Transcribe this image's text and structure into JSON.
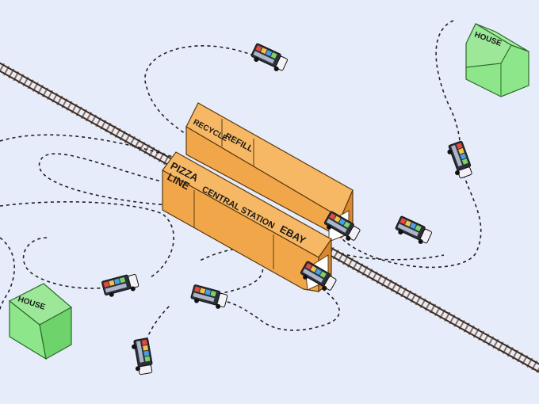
{
  "houses": [
    {
      "label": "HOUSE"
    },
    {
      "label": "HOUSE"
    }
  ],
  "buildings": {
    "back_labels": [
      "RECYCLE",
      "REFILL"
    ],
    "front_labels": [
      "PIZZA",
      "LINE",
      "CENTRAL STATION",
      "EBAY"
    ]
  },
  "colors": {
    "background": "#e6ecfa",
    "building": "#f2a64a",
    "building_shade": "#d98830",
    "house": "#8ee68a",
    "house_shade": "#6fd36c",
    "path": "#222222",
    "rail": "#6a5040"
  },
  "vehicles": [
    "delivery-van",
    "delivery-van",
    "delivery-van",
    "delivery-van",
    "delivery-van",
    "delivery-van",
    "delivery-van",
    "delivery-van"
  ]
}
